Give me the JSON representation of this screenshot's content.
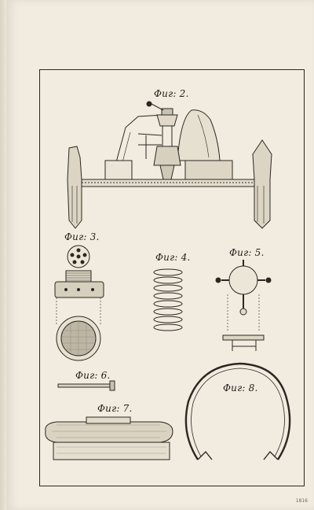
{
  "figures": {
    "fig2": "Фиг: 2.",
    "fig3": "Фиг: 3.",
    "fig4": "Фиг: 4.",
    "fig5": "Фиг: 5.",
    "fig6": "Фиг: 6.",
    "fig7": "Фиг: 7.",
    "fig8": "Фиг: 8."
  },
  "plate_number": "1816",
  "colors": {
    "paper": "#f1ecdf",
    "ink": "#2b2722"
  }
}
